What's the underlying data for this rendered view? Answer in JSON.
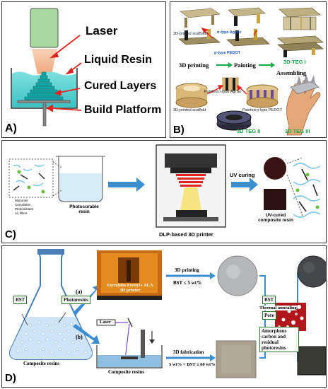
{
  "panelA": {
    "letter": "A)",
    "labels": [
      "Laser",
      "Liquid Resin",
      "Cured Layers",
      "Build Platform"
    ]
  },
  "panelB": {
    "letter": "B)",
    "labels": {
      "scaffolds": "3D-printed scaffolds",
      "ntype": "n-type Ag₂Se",
      "ptype": "p-type PEDOT",
      "teg1": "3D-TEG I",
      "printing": "3D printing",
      "painting": "Painting",
      "assembling": "Assembling",
      "paintedN": "Painted n-type Ag₂Se",
      "scaffold2": "3D-printed scaffold",
      "paintedP": "Painted p-type PEDOT",
      "teg2": "3D TEG II",
      "teg3": "3D TEG III"
    }
  },
  "panelC": {
    "letter": "C)",
    "legend": [
      "Monomer",
      "Crosslinker",
      "Photoinitiator",
      "Al₂ fillers"
    ],
    "resin": "Photocurable resin",
    "printer": "DLP-based 3D printer",
    "uv": "UV curing",
    "cured": "UV-cured composite resin"
  },
  "panelD": {
    "letter": "D)",
    "bst": "BST",
    "photoresins": "Photoresins",
    "composite": "Composite resins",
    "a": "(a)",
    "b": "(b)",
    "formlabs": "Formlabs Form1+ SLA 3D printer",
    "laser": "Laser",
    "composite2": "Composite resins",
    "printing": "3D printing",
    "bst5": "BST ≤ 5 wt%",
    "fab": "3D fabrication",
    "bst60": "5 wt% < BST ≤ 60 wt%",
    "annealing": "Thermal annealing",
    "bst2": "BST",
    "pore": "Pore",
    "amorphous": "Amorphous carbon and residual photoresins"
  },
  "colors": {
    "resin": "#55d0d0",
    "cured": "#1fb4b0",
    "laserBox": "#a7d6a0",
    "arrowBlue": "#3b8fd0",
    "red": "#e0231e"
  }
}
